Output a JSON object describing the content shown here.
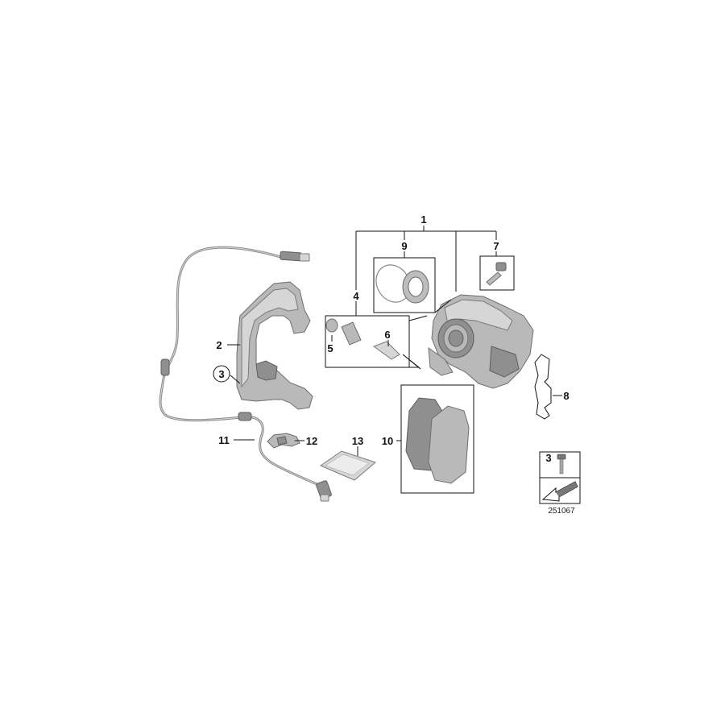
{
  "callouts": {
    "c1": "1",
    "c2": "2",
    "c3": "3",
    "c4": "4",
    "c5": "5",
    "c6": "6",
    "c7": "7",
    "c8": "8",
    "c9": "9",
    "c10": "10",
    "c11": "11",
    "c12": "12",
    "c13": "13",
    "legend3": "3"
  },
  "diagram_number": "251067",
  "colors": {
    "part_fill": "#b9b9b9",
    "outline": "#111111",
    "background": "#ffffff"
  },
  "icons": [
    "brake-caliper-icon",
    "caliper-carrier-icon",
    "wear-sensor-icon",
    "brake-pad-icon",
    "bolt-icon",
    "arrow-icon"
  ]
}
